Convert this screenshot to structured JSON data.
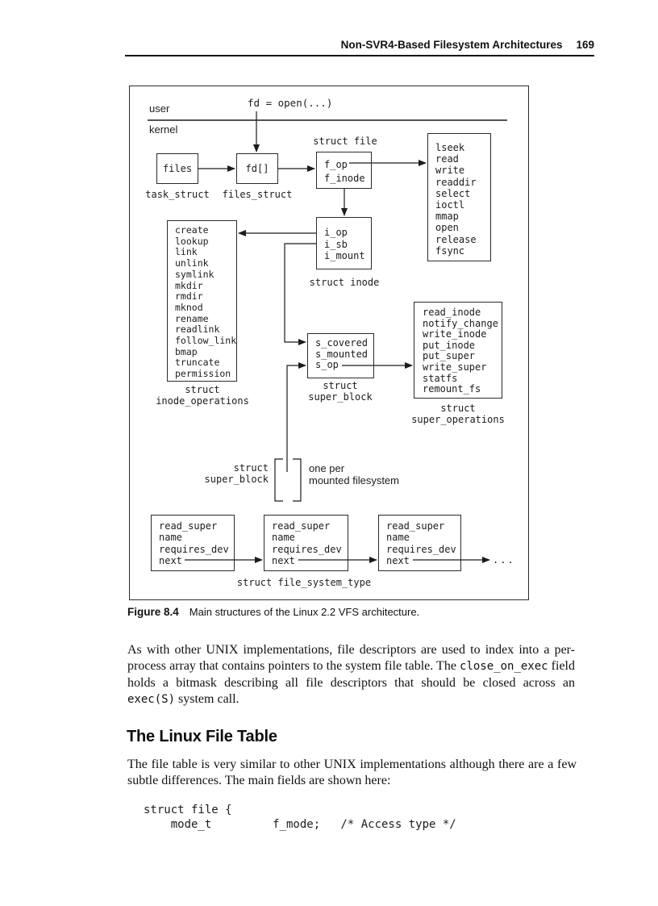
{
  "header": {
    "title": "Non-SVR4-Based Filesystem Architectures",
    "page_number": "169"
  },
  "figure": {
    "user_label": "user",
    "kernel_label": "kernel",
    "open_call": "fd = open(...)",
    "files_box": {
      "label": "files",
      "caption": "task_struct"
    },
    "fd_box": {
      "label": "fd[]",
      "caption": "files_struct"
    },
    "file_box": {
      "title": "struct file",
      "fields": [
        "f_op",
        "f_inode"
      ]
    },
    "file_ops_box": {
      "fields": [
        "lseek",
        "read",
        "write",
        "readdir",
        "select",
        "ioctl",
        "mmap",
        "open",
        "release",
        "fsync"
      ]
    },
    "inode_box": {
      "fields": [
        "i_op",
        "i_sb",
        "i_mount"
      ],
      "caption": "struct inode"
    },
    "inode_ops_box": {
      "fields": [
        "create",
        "lookup",
        "link",
        "unlink",
        "symlink",
        "mkdir",
        "rmdir",
        "mknod",
        "rename",
        "readlink",
        "follow_link",
        "bmap",
        "truncate",
        "permission"
      ],
      "caption": [
        "struct",
        "inode_operations"
      ]
    },
    "super_block_box": {
      "fields": [
        "s_covered",
        "s_mounted",
        "s_op"
      ],
      "caption": [
        "struct",
        "super_block"
      ]
    },
    "super_ops_box": {
      "fields": [
        "read_inode",
        "notify_change",
        "write_inode",
        "put_inode",
        "put_super",
        "write_super",
        "statfs",
        "remount_fs"
      ],
      "caption": [
        "struct",
        "super_operations"
      ]
    },
    "sb_instance": {
      "label": [
        "struct",
        "super_block"
      ],
      "note": [
        "one per",
        "mounted filesystem"
      ]
    },
    "fst_box": {
      "fields": [
        "read_super",
        "name",
        "requires_dev",
        "next"
      ],
      "caption": "struct file_system_type",
      "ellipsis": "..."
    }
  },
  "fig_caption": {
    "label": "Figure 8.4",
    "text": "Main structures of the Linux 2.2 VFS architecture."
  },
  "para1": {
    "seg1": "As with other UNIX implementations, file descriptors are used to index into a per-process array that contains pointers to the system file table. The ",
    "mono1": "close_on_exec",
    "seg2": " field holds a bitmask describing all file descriptors that should be closed across an ",
    "mono2": "exec(S)",
    "seg3": " system call."
  },
  "section": {
    "heading": "The Linux File Table",
    "para": "The file table is very similar to other UNIX implementations although there are a few subtle differences. The main fields are shown here:"
  },
  "code": {
    "lines": [
      "struct file {",
      "    mode_t         f_mode;   /* Access type */"
    ]
  }
}
